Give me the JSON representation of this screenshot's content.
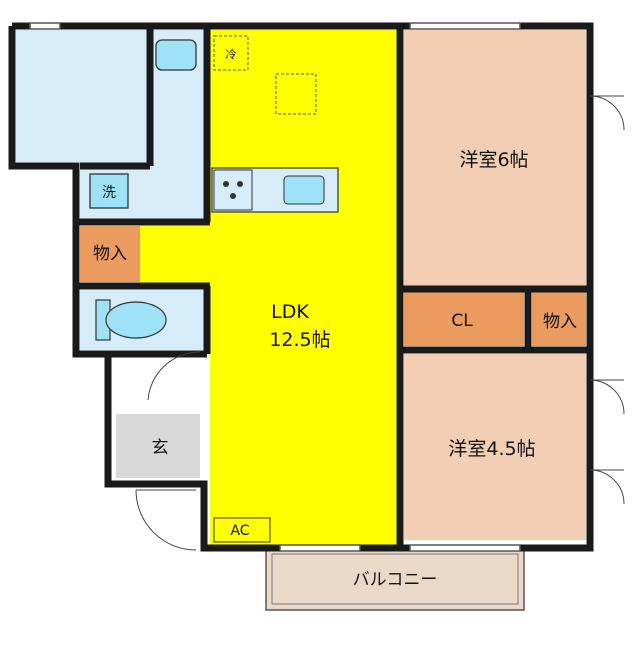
{
  "floorplan": {
    "rooms": {
      "ldk": {
        "name": "LDK",
        "size": "12.5帖"
      },
      "western_6": {
        "name": "洋室6帖"
      },
      "western_45": {
        "name": "洋室4.5帖"
      },
      "closet": {
        "name": "CL"
      },
      "storage_left": {
        "name": "物入"
      },
      "storage_right": {
        "name": "物入"
      },
      "entrance": {
        "name": "玄"
      },
      "balcony": {
        "name": "バルコニー"
      }
    },
    "fixtures": {
      "washer": "洗",
      "fridge": "冷",
      "aircon": "AC"
    },
    "colors": {
      "ldk": "#ffff00",
      "western_room": "#f2cfb4",
      "storage": "#ec9b5e",
      "wet_area": "#d6ecf8",
      "fixture": "#9fe1f6",
      "wall": "#1a1a1a",
      "entrance": "#d8d8d8",
      "balcony": "#ead9c9"
    }
  }
}
